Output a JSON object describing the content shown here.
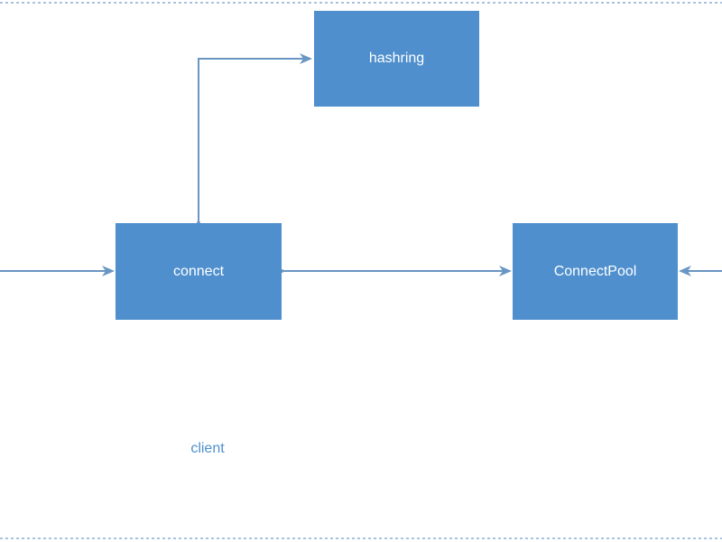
{
  "nodes": {
    "hashring": "hashring",
    "connect": "connect",
    "connect_pool": "ConnectPool"
  },
  "group_label": "client",
  "colors": {
    "box_fill": "#4f8fcd",
    "box_text": "#ffffff",
    "arrow": "#6a96c4",
    "border_dash": "#a9c2dc",
    "label": "#4f8fcd"
  }
}
